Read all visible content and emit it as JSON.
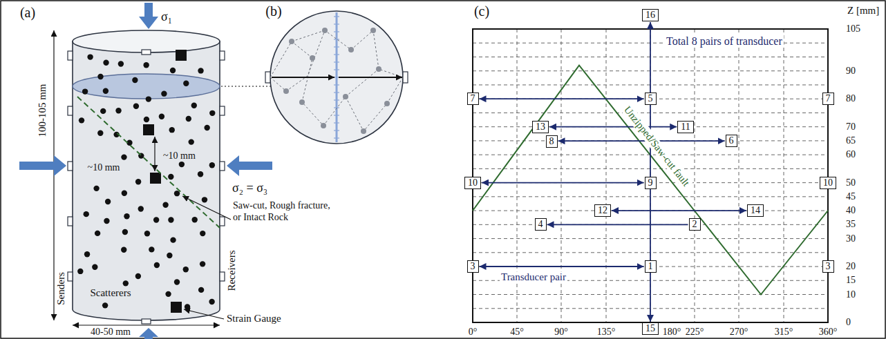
{
  "diagram": {
    "nodes": [
      {
        "text": [
          "16"
        ]
      },
      {
        "text": [
          "7"
        ]
      },
      {
        "text": [
          "5"
        ]
      },
      {
        "text": [
          "7"
        ]
      },
      {
        "text": [
          "13"
        ]
      },
      {
        "text": [
          "11"
        ]
      },
      {
        "text": [
          "8"
        ]
      },
      {
        "text": [
          "6"
        ]
      },
      {
        "text": [
          "10"
        ]
      },
      {
        "text": [
          "9"
        ]
      },
      {
        "text": [
          "10"
        ]
      },
      {
        "text": [
          "12"
        ]
      },
      {
        "text": [
          "14"
        ]
      },
      {
        "text": [
          "4"
        ]
      },
      {
        "text": [
          "2"
        ]
      },
      {
        "text": [
          "3"
        ]
      },
      {
        "text": [
          "1"
        ]
      },
      {
        "text": [
          "3"
        ]
      },
      {
        "text": [
          "15"
        ]
      }
    ],
    "edges": [
      {
        "from": 1,
        "to": 2,
        "arrow": "both"
      },
      {
        "from": 4,
        "to": 5,
        "arrow": "both"
      },
      {
        "from": 6,
        "to": 7,
        "arrow": "both"
      },
      {
        "from": 8,
        "to": 9,
        "arrow": "both"
      },
      {
        "from": 11,
        "to": 12,
        "arrow": "both"
      },
      {
        "from": 14,
        "to": 13,
        "arrow": "to"
      },
      {
        "from": 15,
        "to": 16,
        "arrow": "both"
      },
      {
        "from": 0,
        "to": 18,
        "arrow": "both"
      }
    ],
    "labels": [
      "(a)",
      "σ₁",
      "σ₂ = σ₃",
      "~10 mm",
      "~10 mm",
      "Saw-cut, Rough fracture, or Intact Rock",
      "100-105 mm",
      "Senders",
      "Scatterers",
      "Receivers",
      "Strain Gauge",
      "40-50 mm",
      "(b)",
      "(c)",
      "Z [mm]",
      "105",
      "90",
      "80",
      "70",
      "65",
      "60",
      "50",
      "45",
      "40",
      "35",
      "30",
      "20",
      "15",
      "10",
      "0",
      "0°",
      "45°",
      "90°",
      "135°",
      "180°",
      "225°",
      "270°",
      "315°",
      "360°",
      "Total 8 pairs of transducer",
      "Transducer pair",
      "Unzipped/Saw-cut fault"
    ]
  }
}
